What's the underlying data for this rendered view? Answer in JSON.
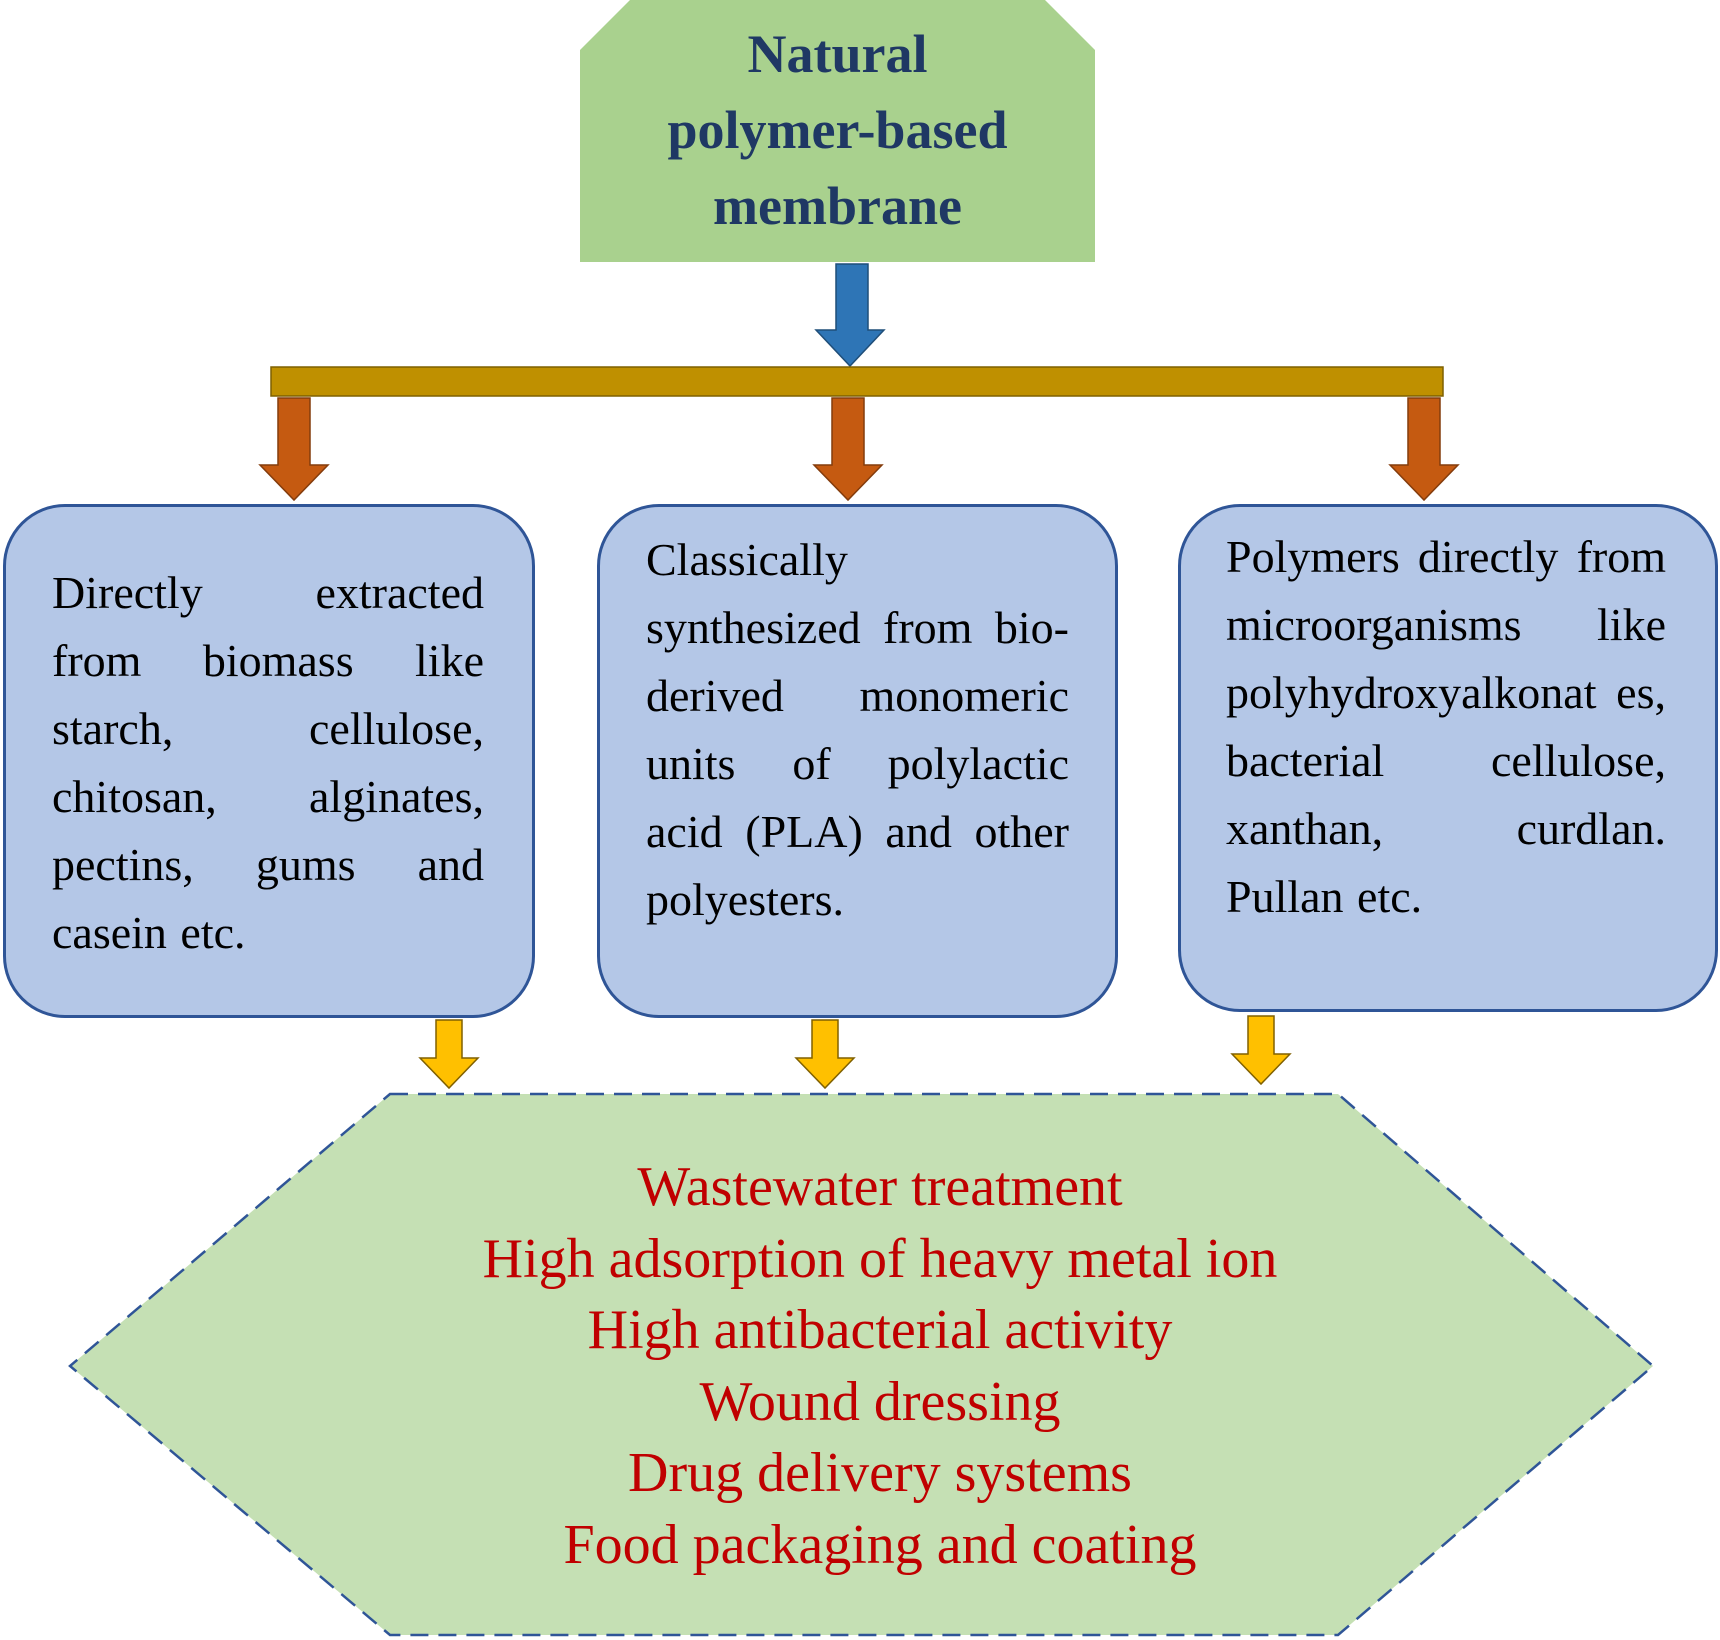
{
  "title": {
    "lines": [
      "Natural",
      "polymer-based",
      "membrane"
    ]
  },
  "categories": [
    {
      "text": "Directly extracted from biomass like starch, cellulose, chitosan, alginates, pectins, gums and casein etc."
    },
    {
      "text": "Classically synthesized from bio-derived monomeric units of polylactic acid (PLA) and other polyesters."
    },
    {
      "text": "Polymers directly from microorganisms like polyhydroxyalkonat es, bacterial cellulose, xanthan, curdlan. Pullan etc."
    }
  ],
  "applications": [
    "Wastewater treatment",
    "High adsorption of heavy metal ion",
    "High antibacterial activity",
    "Wound dressing",
    "Drug delivery systems",
    "Food packaging and coating"
  ],
  "colors": {
    "title_fill": "#a9d18e",
    "title_text": "#1f3864",
    "main_arrow": "#2e75b6",
    "branch_bar": "#bf9000",
    "branch_arrows": "#c55a11",
    "category_fill": "#b4c7e7",
    "category_border": "#2f5597",
    "down_arrows": "#ffc000",
    "hexagon_fill": "#c5e0b4",
    "hexagon_border": "#2f5597",
    "applications_text": "#c00000"
  }
}
